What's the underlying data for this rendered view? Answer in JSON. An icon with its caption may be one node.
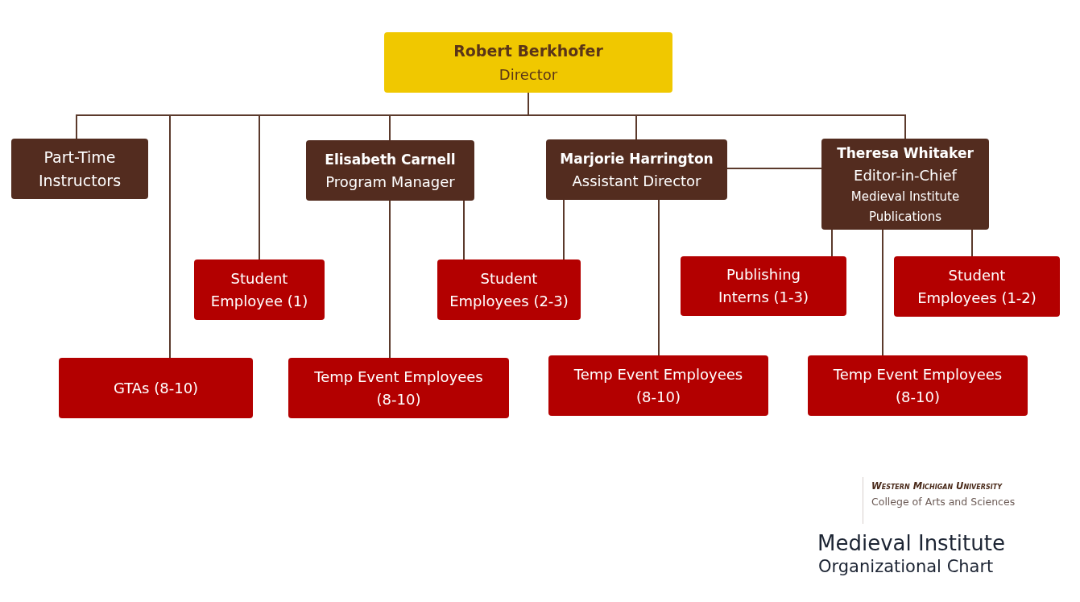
{
  "diagram": {
    "title": "Medieval Institute",
    "caption": "Organizational Chart",
    "nodes": [
      {
        "text": [
          "Robert Berkhofer",
          "Director"
        ]
      },
      {
        "text": [
          "Part-Time Instructors"
        ]
      },
      {
        "text": [
          "Elisabeth Carnell",
          "Program Manager"
        ]
      },
      {
        "text": [
          "Marjorie Harrington",
          "Assistant Director"
        ]
      },
      {
        "text": [
          "Theresa Whitaker",
          "Editor-in-Chief",
          "Medieval Institute Publications"
        ]
      },
      {
        "text": [
          "Student Employee (1)"
        ]
      },
      {
        "text": [
          "Student Employees (2-3)"
        ]
      },
      {
        "text": [
          "Publishing Interns (1-3)"
        ]
      },
      {
        "text": [
          "Student Employees (1-2)"
        ]
      },
      {
        "text": [
          "GTAs (8-10)"
        ]
      },
      {
        "text": [
          "Temp Event Employees (8-10)"
        ]
      },
      {
        "text": [
          "Temp Event Employees (8-10)"
        ]
      },
      {
        "text": [
          "Temp Event Employees (8-10)"
        ]
      }
    ],
    "edges": [
      {
        "from": 0,
        "to": 1,
        "arrow": "none"
      },
      {
        "from": 0,
        "to": 9,
        "arrow": "none"
      },
      {
        "from": 0,
        "to": 5,
        "arrow": "none"
      },
      {
        "from": 0,
        "to": 2,
        "arrow": "none"
      },
      {
        "from": 0,
        "to": 3,
        "arrow": "none"
      },
      {
        "from": 0,
        "to": 4,
        "arrow": "none"
      },
      {
        "from": 3,
        "to": 4,
        "arrow": "none"
      },
      {
        "from": 2,
        "to": 10,
        "arrow": "none"
      },
      {
        "from": 2,
        "to": 6,
        "arrow": "none"
      },
      {
        "from": 3,
        "to": 6,
        "arrow": "none"
      },
      {
        "from": 3,
        "to": 11,
        "arrow": "none"
      },
      {
        "from": 4,
        "to": 7,
        "arrow": "none"
      },
      {
        "from": 4,
        "to": 12,
        "arrow": "none"
      },
      {
        "from": 4,
        "to": 8,
        "arrow": "none"
      }
    ],
    "labels": [
      "Western Michigan University",
      "College of Arts and Sciences"
    ]
  }
}
